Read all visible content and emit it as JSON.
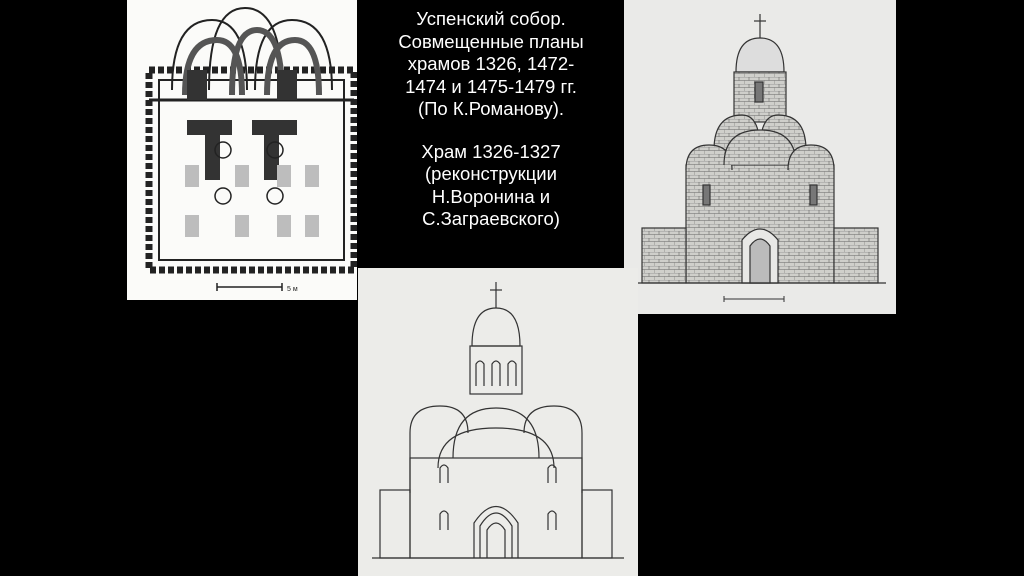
{
  "slide": {
    "caption_block_1": [
      "Успенский собор.",
      "Совмещенные планы",
      "храмов 1326, 1472-",
      "1474 и 1475-1479 гг.",
      "(По К.Романову)."
    ],
    "caption_block_2": [
      "Храм 1326-1327",
      "(реконструкции",
      "Н.Воронина и",
      "С.Заграевского)"
    ],
    "plan_scale_label": "5 м",
    "colors": {
      "background": "#000000",
      "text": "#ffffff",
      "ink": "#222222"
    }
  }
}
